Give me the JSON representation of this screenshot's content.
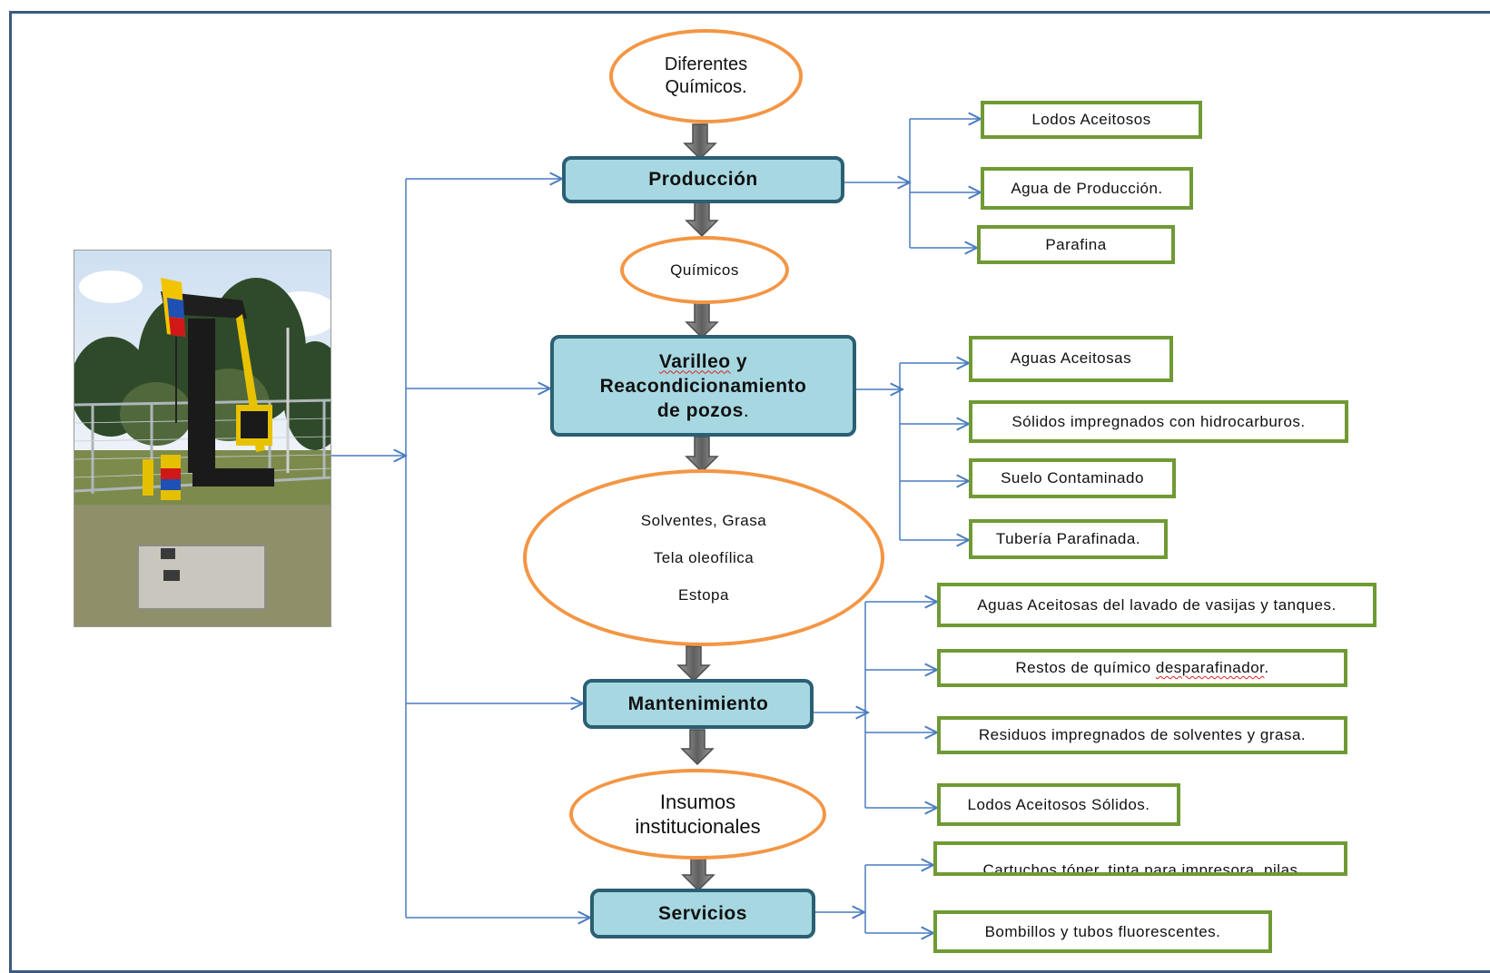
{
  "inputs": {
    "diferentes_quimicos": [
      "Diferentes",
      "Químicos."
    ],
    "quimicos": "Químicos",
    "solventes": [
      "Solventes, Grasa",
      "Tela oleofílica",
      "Estopa"
    ],
    "insumos": [
      "Insumos",
      "institucionales"
    ]
  },
  "processes": {
    "produccion": "Producción",
    "varilleo": {
      "part1": "Varilleo",
      "part2": " y",
      "line2": "Reacondicionamiento",
      "line3": "de pozos",
      "end": "."
    },
    "mantenimiento": "Mantenimiento",
    "servicios": "Servicios"
  },
  "outputs": {
    "produccion": [
      "Lodos Aceitosos",
      "Agua de Producción.",
      "Parafina"
    ],
    "varilleo": [
      "Aguas Aceitosas",
      "Sólidos impregnados con hidrocarburos.",
      "Suelo Contaminado",
      "Tubería Parafinada."
    ],
    "mantenimiento": {
      "aguas": "Aguas Aceitosas del lavado de vasijas y tanques.",
      "restos_a": "Restos de químico ",
      "restos_b": "desparafinador",
      "restos_c": ".",
      "residuos": "Residuos impregnados de solventes y grasa.",
      "lodos": "Lodos Aceitosos Sólidos."
    },
    "servicios": [
      "Cartuchos tóner, tinta para impresora, pilas",
      "Bombillos y tubos fluorescentes."
    ]
  },
  "colors": {
    "process_fill": "#a7d8e2",
    "process_border": "#2b5f73",
    "oval_border": "#f39644",
    "output_border": "#6f9a34",
    "connector": "#4a7cc0",
    "flow_arrow": "#7f7f7f"
  }
}
